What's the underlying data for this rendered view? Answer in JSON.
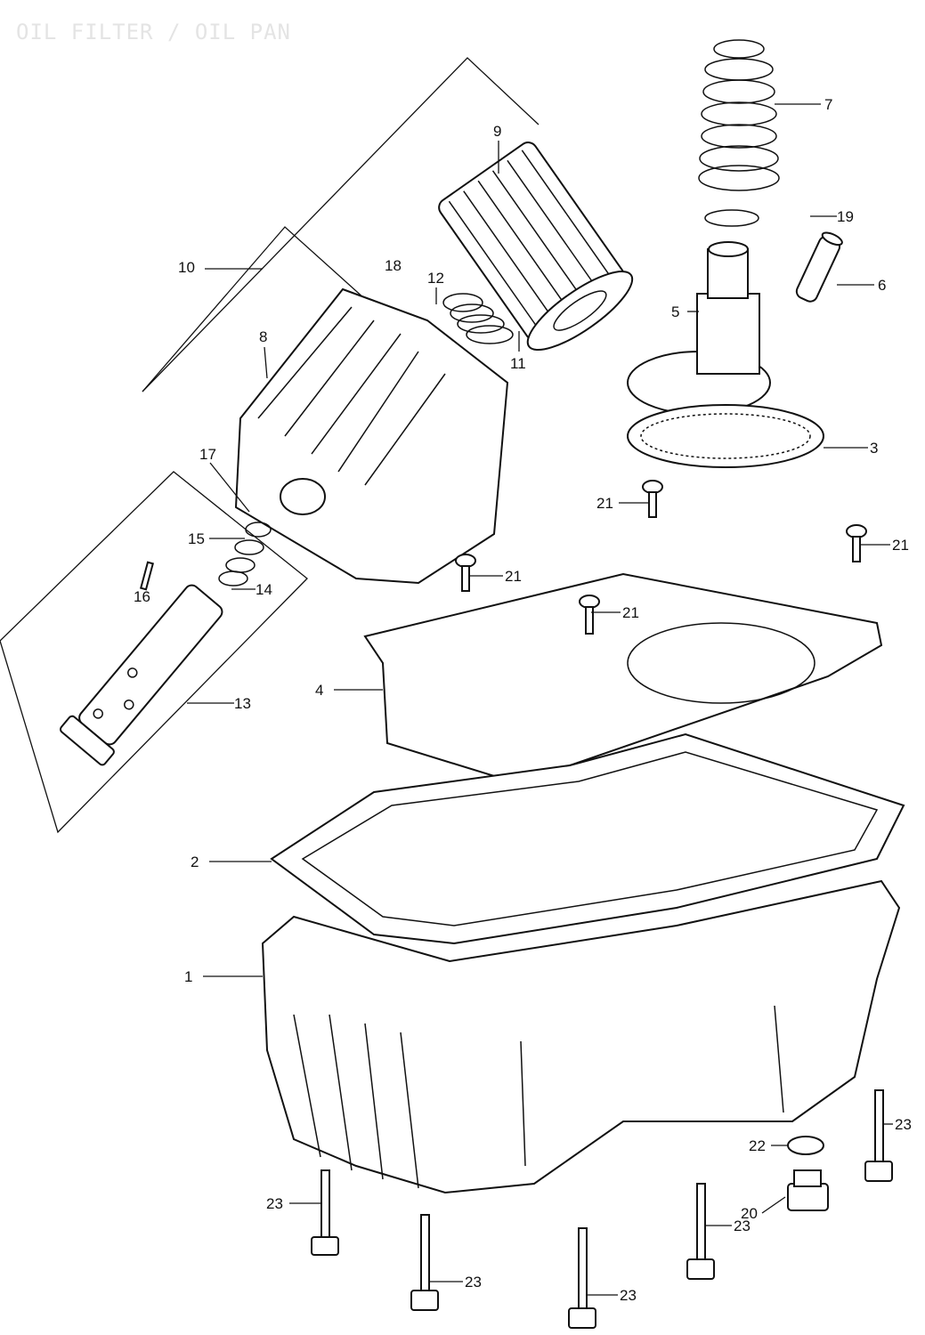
{
  "title": "OIL FILTER / OIL PAN",
  "callouts": {
    "p1": "1",
    "p2": "2",
    "p3": "3",
    "p4": "4",
    "p5": "5",
    "p6": "6",
    "p7": "7",
    "p8": "8",
    "p9": "9",
    "p10": "10",
    "p11": "11",
    "p12": "12",
    "p13": "13",
    "p14": "14",
    "p15": "15",
    "p16": "16",
    "p17": "17",
    "p18": "18",
    "p19": "19",
    "p20": "20",
    "p21a": "21",
    "p21b": "21",
    "p21c": "21",
    "p21d": "21",
    "p22": "22",
    "p23a": "23",
    "p23b": "23",
    "p23c": "23",
    "p23d": "23",
    "p23e": "23"
  }
}
